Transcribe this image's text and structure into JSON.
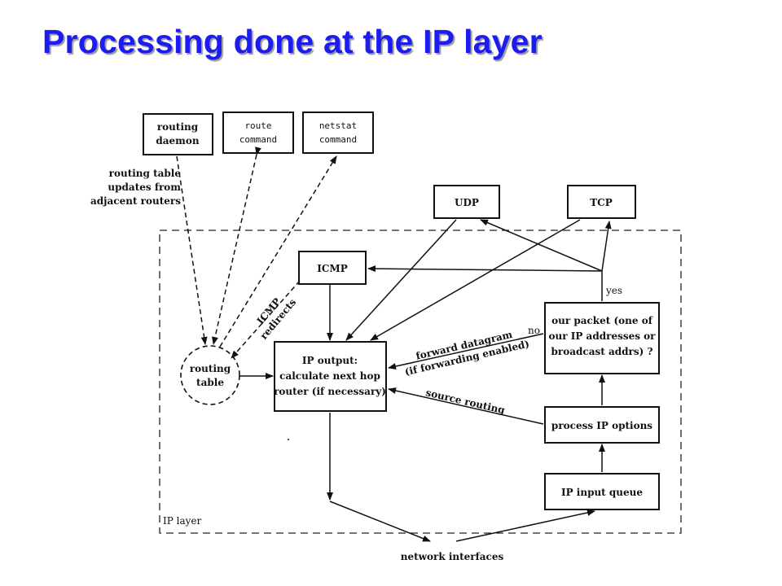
{
  "title": "Processing done at the IP layer",
  "diagram": {
    "boxes": {
      "routing_daemon": [
        "routing",
        "daemon"
      ],
      "route_command": [
        "route",
        "command"
      ],
      "netstat_command": [
        "netstat",
        "command"
      ],
      "udp": "UDP",
      "tcp": "TCP",
      "icmp": "ICMP",
      "routing_table": [
        "routing",
        "table"
      ],
      "ip_output": [
        "IP output:",
        "calculate next hop",
        "router (if necessary)"
      ],
      "our_packet": [
        "our packet (one of",
        "our IP addresses or",
        "broadcast addrs) ?"
      ],
      "process_ip_options": "process IP options",
      "ip_input_queue": "IP input queue"
    },
    "labels": {
      "routing_table_updates": [
        "routing table",
        "updates from",
        "adjacent routers"
      ],
      "icmp_redirects": [
        "ICMP",
        "redirects"
      ],
      "forward_datagram": [
        "forward datagram",
        "(if forwarding enabled)"
      ],
      "no": "no",
      "yes": "yes",
      "source_routing": "source routing",
      "ip_layer": "IP layer",
      "network_interfaces": "network interfaces"
    }
  }
}
